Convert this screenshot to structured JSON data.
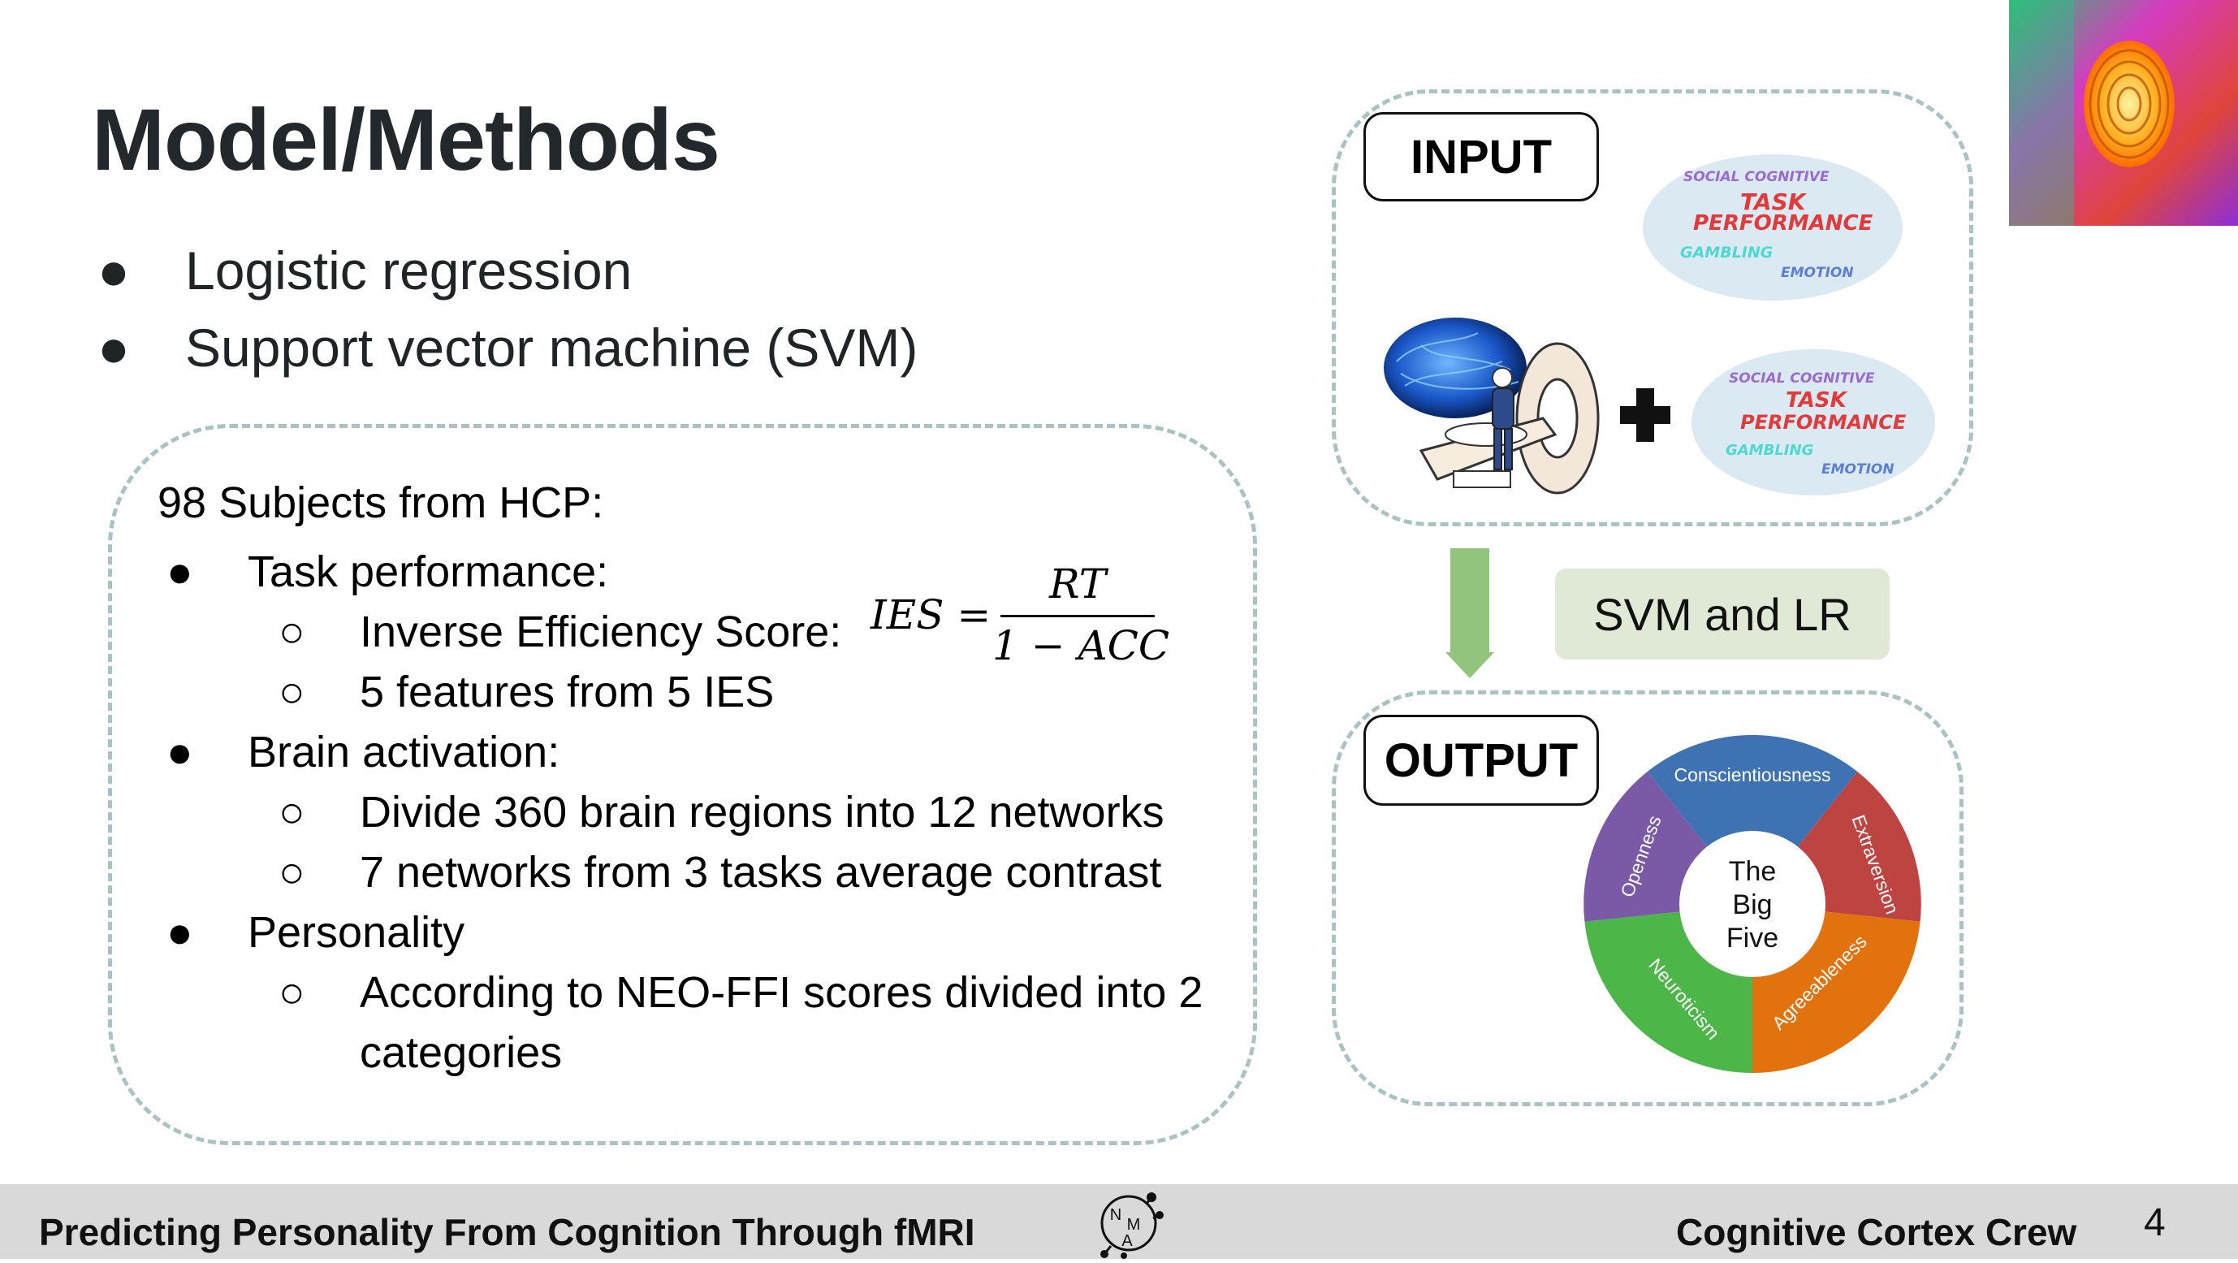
{
  "slide": {
    "title": "Model/Methods",
    "bullets": [
      {
        "marker": "●",
        "text": "Logistic regression"
      },
      {
        "marker": "●",
        "text": "Support vector machine (SVM)"
      }
    ]
  },
  "data_box": {
    "heading": "98 Subjects from HCP:",
    "items": [
      {
        "marker": "●",
        "text": "Task performance:"
      },
      {
        "marker": "○",
        "text": "Inverse Efficiency Score:"
      },
      {
        "marker": "○",
        "text": "5 features from 5 IES"
      },
      {
        "marker": "●",
        "text": "Brain activation:"
      },
      {
        "marker": "○",
        "text": "Divide 360 brain regions into 12 networks"
      },
      {
        "marker": "○",
        "text": "7 networks from 3 tasks average contrast"
      },
      {
        "marker": "●",
        "text": "Personality"
      },
      {
        "marker": "○",
        "text": "According to NEO-FFI scores divided into 2"
      },
      {
        "marker": "",
        "text": "categories"
      }
    ],
    "formula": {
      "lhs": "IES =",
      "numerator": "RT",
      "denominator": "1 − ACC"
    }
  },
  "input_panel": {
    "label": "INPUT",
    "plus": "+",
    "cloud": {
      "social": "SOCIAL COGNITIVE",
      "task": "TASK",
      "performance": "PERFORMANCE",
      "gambling": "GAMBLING",
      "emotion": "EMOTION"
    }
  },
  "method_label": "SVM and LR",
  "output_panel": {
    "label": "OUTPUT",
    "wheel": {
      "center": [
        "The",
        "Big",
        "Five"
      ],
      "segments": [
        {
          "name": "Conscientiousness",
          "color": "#3f72b3"
        },
        {
          "name": "Extraversion",
          "color": "#be4442"
        },
        {
          "name": "Agreeableness",
          "color": "#e2720e"
        },
        {
          "name": "Neuroticism",
          "color": "#4cb649"
        },
        {
          "name": "Openness",
          "color": "#7a5aa6"
        }
      ]
    }
  },
  "footer": {
    "left": "Predicting Personality From Cognition Through fMRI",
    "logo_letters": [
      "N",
      "M",
      "A"
    ],
    "right": "Cognitive Cortex Crew",
    "page": "4"
  },
  "colors": {
    "title": "#22282b",
    "dash_border": "#a9c2c3",
    "arrow": "#93c47d",
    "method_bg": "#dfe9d6",
    "footer_bg": "#d9d9d9",
    "task_text": "#e03a3a",
    "social_text": "#9b6ad0",
    "gambling_text": "#4fd8cf",
    "emotion_text": "#5b7fd6"
  }
}
